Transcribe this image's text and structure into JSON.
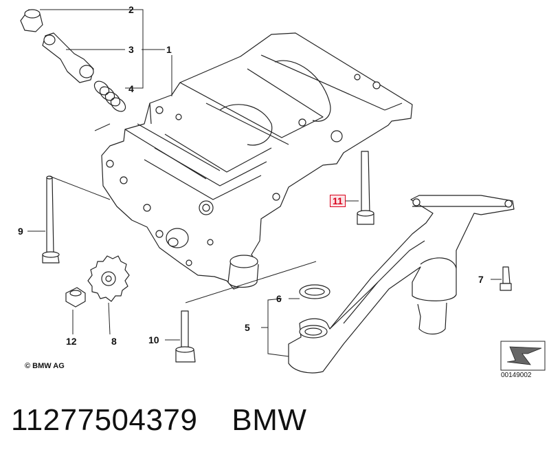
{
  "callouts": {
    "c1": "1",
    "c2": "2",
    "c3": "3",
    "c4": "4",
    "c5": "5",
    "c6": "6",
    "c7": "7",
    "c8": "8",
    "c9": "9",
    "c10": "10",
    "c11": "11",
    "c12": "12"
  },
  "highlight_color": "#d9001b",
  "copyright": "© BMW AG",
  "doc_number": "00149002",
  "footer": {
    "part_number": "11277504379",
    "brand": "BMW"
  }
}
